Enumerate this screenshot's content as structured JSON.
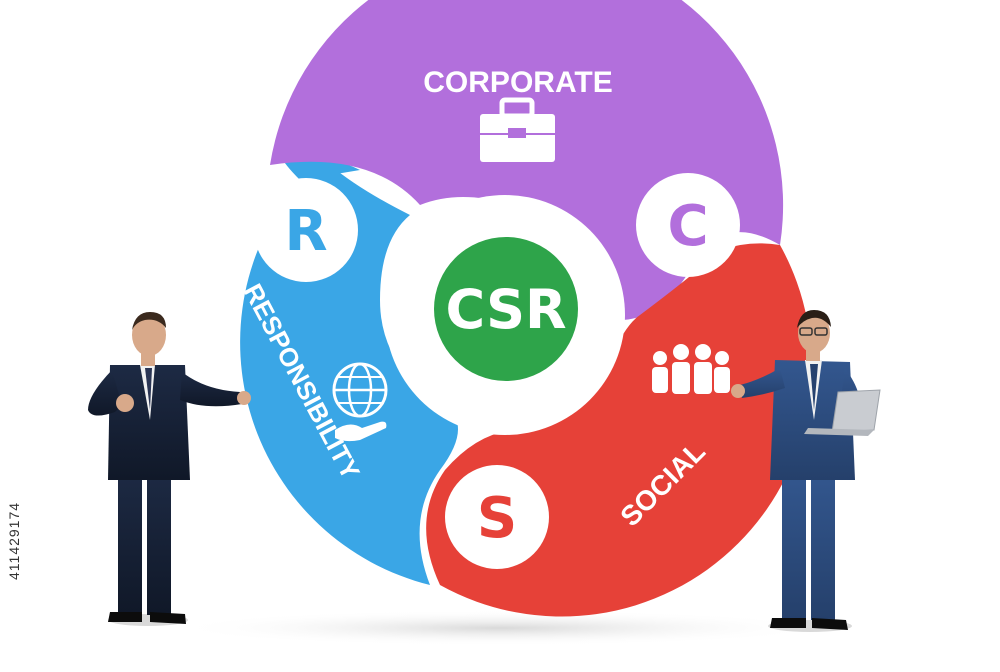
{
  "diagram": {
    "center_label": "CSR",
    "segments": [
      {
        "key": "corporate",
        "label": "CORPORATE",
        "letter": "C",
        "color": "#b26fdc",
        "icon": "briefcase-icon"
      },
      {
        "key": "social",
        "label": "SOCIAL",
        "letter": "S",
        "color": "#e64138",
        "icon": "people-group-icon"
      },
      {
        "key": "responsibility",
        "label": "RESPONSIBILITY",
        "letter": "R",
        "color": "#3aa6e6",
        "icon": "globe-in-hand-icon"
      }
    ],
    "center_color": "#2ea44a"
  },
  "watermark": {
    "stock_id": "411429174"
  }
}
